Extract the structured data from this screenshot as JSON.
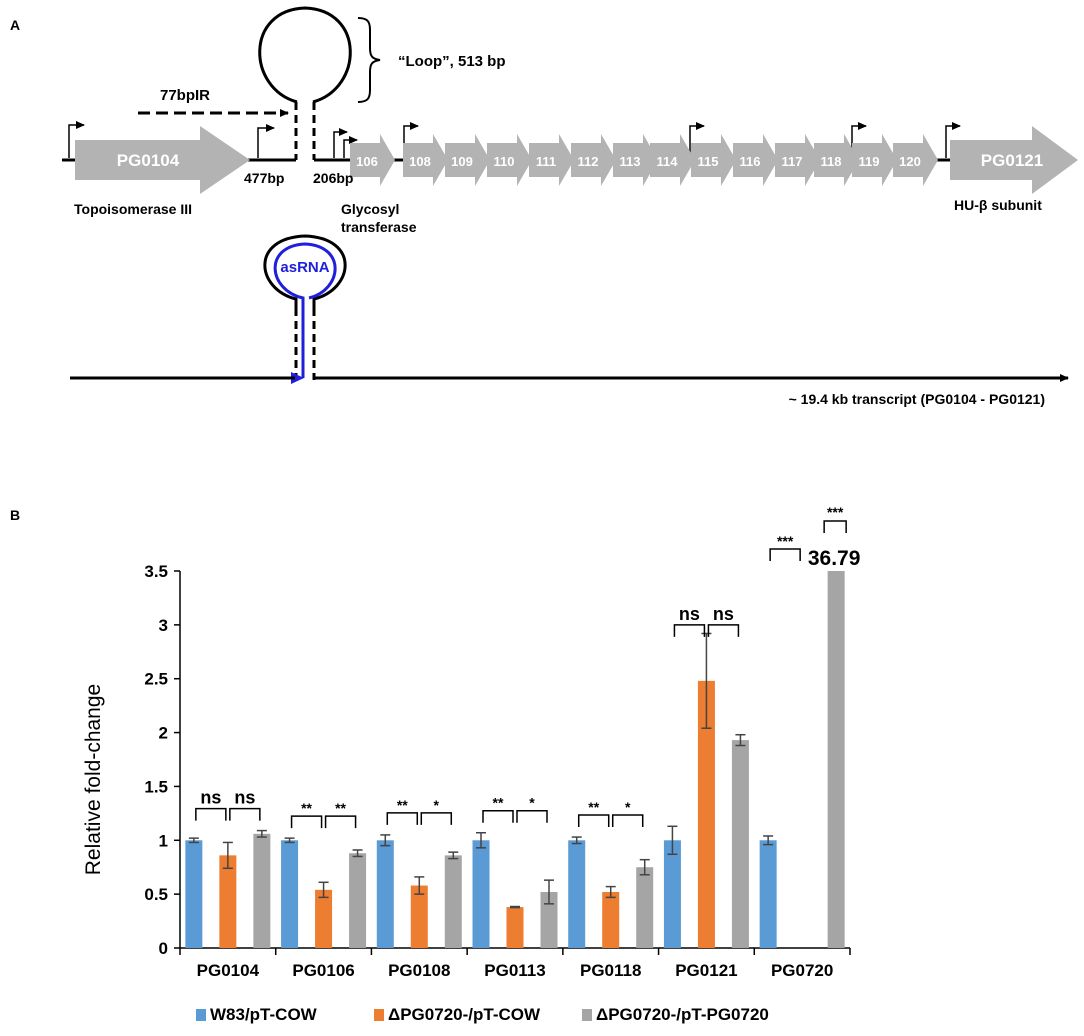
{
  "panels": {
    "a_label": "A",
    "b_label": "B"
  },
  "diagram": {
    "ir_label": "77bpIR",
    "loop_label": "“Loop”, 513 bp",
    "gene_first": "PG0104",
    "gene_last": "PG0121",
    "spacer_1": "477bp",
    "spacer_2": "206bp",
    "small_genes": [
      "106",
      "108",
      "109",
      "110",
      "111",
      "112",
      "113",
      "114",
      "115",
      "116",
      "117",
      "118",
      "119",
      "120"
    ],
    "desc_first": "Topoisomerase III",
    "desc_glyco_1": "Glycosyl",
    "desc_glyco_2": "transferase",
    "desc_last": "HU-β subunit",
    "asrna_label": "asRNA",
    "transcript_label": "~ 19.4 kb transcript (PG0104 - PG0121)",
    "colors": {
      "gene_fill": "#b3b3b3",
      "asrna": "#1f1fdc"
    }
  },
  "chart_data": {
    "type": "bar",
    "ylabel": "Relative fold-change",
    "ylim": [
      0,
      3.5
    ],
    "yticks": [
      "0",
      "0.5",
      "1",
      "1.5",
      "2",
      "2.5",
      "3",
      "3.5"
    ],
    "categories": [
      "PG0104",
      "PG0106",
      "PG0108",
      "PG0113",
      "PG0118",
      "PG0121",
      "PG0720"
    ],
    "series": [
      {
        "name": "W83/pT-COW",
        "color": "#5b9bd5",
        "values": [
          1.0,
          1.0,
          1.0,
          1.0,
          1.0,
          1.0,
          1.0
        ],
        "errors": [
          0.02,
          0.02,
          0.05,
          0.07,
          0.03,
          0.13,
          0.04
        ]
      },
      {
        "name": "ΔPG0720-/pT-COW",
        "color": "#ed7d31",
        "values": [
          0.86,
          0.54,
          0.58,
          0.38,
          0.52,
          2.48,
          null
        ],
        "errors": [
          0.12,
          0.07,
          0.08,
          0.005,
          0.05,
          0.44,
          null
        ]
      },
      {
        "name": "ΔPG0720-/pT-PG0720",
        "color": "#a5a5a5",
        "values": [
          1.06,
          0.88,
          0.86,
          0.52,
          0.75,
          1.93,
          36.79
        ],
        "errors": [
          0.03,
          0.03,
          0.03,
          0.11,
          0.07,
          0.05,
          null
        ]
      }
    ],
    "value_annotation": "36.79",
    "significance": [
      {
        "category": 0,
        "pair": "1-2",
        "label": "ns"
      },
      {
        "category": 0,
        "pair": "2-3",
        "label": "ns"
      },
      {
        "category": 1,
        "pair": "1-2",
        "label": "**"
      },
      {
        "category": 1,
        "pair": "2-3",
        "label": "**"
      },
      {
        "category": 2,
        "pair": "1-2",
        "label": "**"
      },
      {
        "category": 2,
        "pair": "2-3",
        "label": "*"
      },
      {
        "category": 3,
        "pair": "1-2",
        "label": "**"
      },
      {
        "category": 3,
        "pair": "2-3",
        "label": "*"
      },
      {
        "category": 4,
        "pair": "1-2",
        "label": "**"
      },
      {
        "category": 4,
        "pair": "2-3",
        "label": "*"
      },
      {
        "category": 5,
        "pair": "1-2",
        "label": "ns"
      },
      {
        "category": 5,
        "pair": "2-3",
        "label": "ns"
      },
      {
        "category": 6,
        "pair": "1-2",
        "label": "***"
      },
      {
        "category": 6,
        "pair": "2-3",
        "label": "***"
      }
    ]
  }
}
